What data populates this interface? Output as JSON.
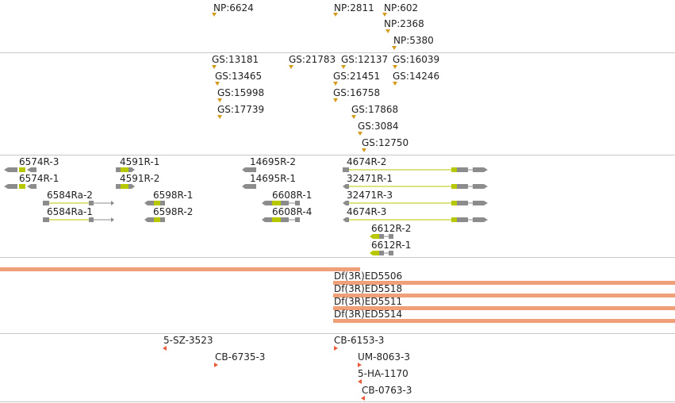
{
  "np_track": {
    "features": [
      {
        "label": "NP:6624"
      },
      {
        "label": "NP:2811"
      },
      {
        "label": "NP:602"
      },
      {
        "label": "NP:2368"
      },
      {
        "label": "NP:5380"
      }
    ]
  },
  "gs_track": {
    "features": [
      {
        "label": "GS:13181"
      },
      {
        "label": "GS:21783"
      },
      {
        "label": "GS:12137"
      },
      {
        "label": "GS:16039"
      },
      {
        "label": "GS:13465"
      },
      {
        "label": "GS:21451"
      },
      {
        "label": "GS:14246"
      },
      {
        "label": "GS:15998"
      },
      {
        "label": "GS:16758"
      },
      {
        "label": "GS:17739"
      },
      {
        "label": "GS:17868"
      },
      {
        "label": "GS:3084"
      },
      {
        "label": "GS:12750"
      }
    ]
  },
  "gene_track": {
    "transcripts": [
      {
        "label": "6574R-3"
      },
      {
        "label": "6574R-1"
      },
      {
        "label": "4591R-1"
      },
      {
        "label": "4591R-2"
      },
      {
        "label": "6584Ra-2"
      },
      {
        "label": "6584Ra-1"
      },
      {
        "label": "6598R-1"
      },
      {
        "label": "6598R-2"
      },
      {
        "label": "14695R-2"
      },
      {
        "label": "14695R-1"
      },
      {
        "label": "6608R-1"
      },
      {
        "label": "6608R-4"
      },
      {
        "label": "4674R-2"
      },
      {
        "label": "32471R-1"
      },
      {
        "label": "32471R-3"
      },
      {
        "label": "4674R-3"
      },
      {
        "label": "6612R-2"
      },
      {
        "label": "6612R-1"
      }
    ],
    "colors": {
      "utr": "#8c8c8c",
      "cds": "#b8c800",
      "intron": "#b8c800"
    }
  },
  "deficiency_track": {
    "deletions": [
      {
        "label": "Df(3R)ED5506"
      },
      {
        "label": "Df(3R)ED5518"
      },
      {
        "label": "Df(3R)ED5511"
      },
      {
        "label": "Df(3R)ED5514"
      }
    ],
    "color": "#f0a078"
  },
  "insertion_track": {
    "insertions": [
      {
        "label": "5-SZ-3523"
      },
      {
        "label": "CB-6735-3"
      },
      {
        "label": "CB-6153-3"
      },
      {
        "label": "UM-8063-3"
      },
      {
        "label": "5-HA-1170"
      },
      {
        "label": "CB-0763-3"
      }
    ],
    "color": "#ea5a3a"
  }
}
